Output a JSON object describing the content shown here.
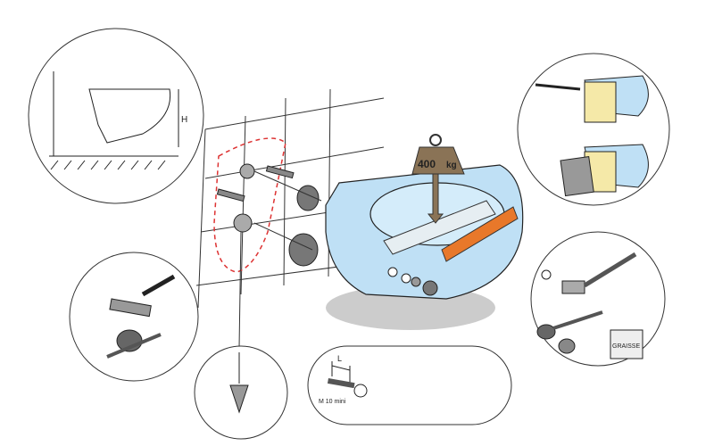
{
  "weight": {
    "value": "400",
    "unit": "kg"
  },
  "height_label": "H",
  "length_label": "L",
  "bolt_label": "M 10 mini",
  "grease_label": "GRAISSE",
  "colors": {
    "bowl": "#bfe0f5",
    "level": "#e8782a",
    "weight": "#8a7356",
    "guide": "#d33"
  }
}
